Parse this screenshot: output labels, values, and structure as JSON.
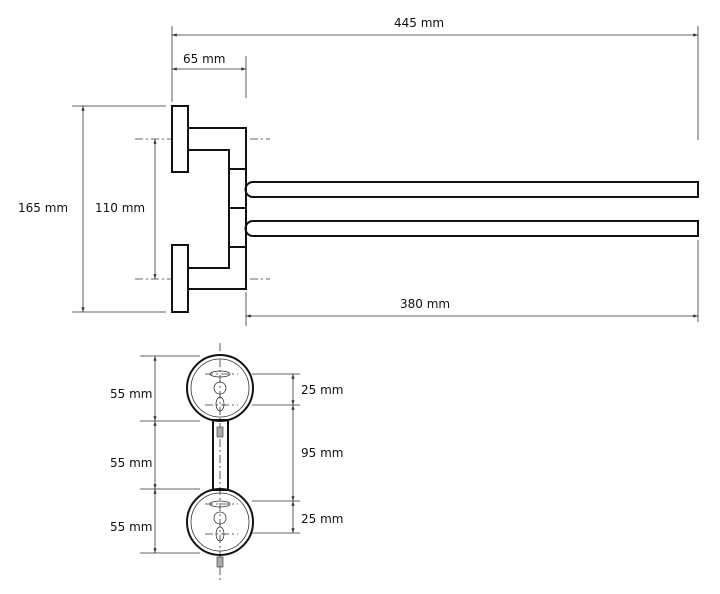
{
  "title": "Double swivel towel rail technical drawing",
  "dimensions": {
    "overall_length": "445 mm",
    "wall_offset": "65 mm",
    "overall_height": "165 mm",
    "mount_spacing": "110 mm",
    "bar_length": "380 mm",
    "front_segment_top": "55 mm",
    "front_segment_middle": "55 mm",
    "front_segment_bottom": "55 mm",
    "hole_spacing_top": "25 mm",
    "hole_spacing_middle": "95 mm",
    "hole_spacing_bottom": "25 mm"
  }
}
